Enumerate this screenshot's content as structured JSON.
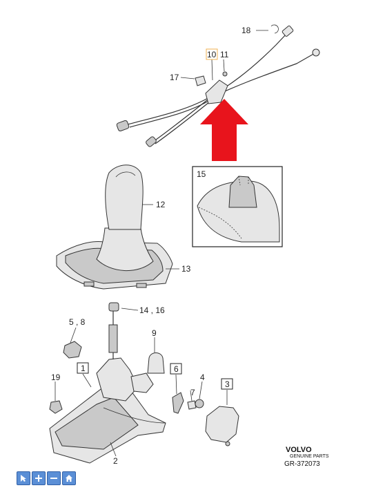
{
  "callouts": {
    "c1": "1",
    "c2": "2",
    "c3": "3",
    "c4": "4",
    "c58": "5 , 8",
    "c6": "6",
    "c7": "7",
    "c9": "9",
    "c10": "10",
    "c11": "11",
    "c12": "12",
    "c13": "13",
    "c1416": "14 , 16",
    "c15": "15",
    "c17": "17",
    "c18": "18",
    "c19": "19"
  },
  "brand": {
    "name": "VOLVO",
    "tagline": "GENUINE PARTS",
    "ref": "GR-372073"
  },
  "colors": {
    "arrow": "#e8141c",
    "box_highlight": "#f0b050"
  },
  "toolbar": {
    "select_icon": "cursor-icon",
    "zoom_in_icon": "plus-icon",
    "zoom_out_icon": "minus-icon",
    "home_icon": "home-icon"
  }
}
